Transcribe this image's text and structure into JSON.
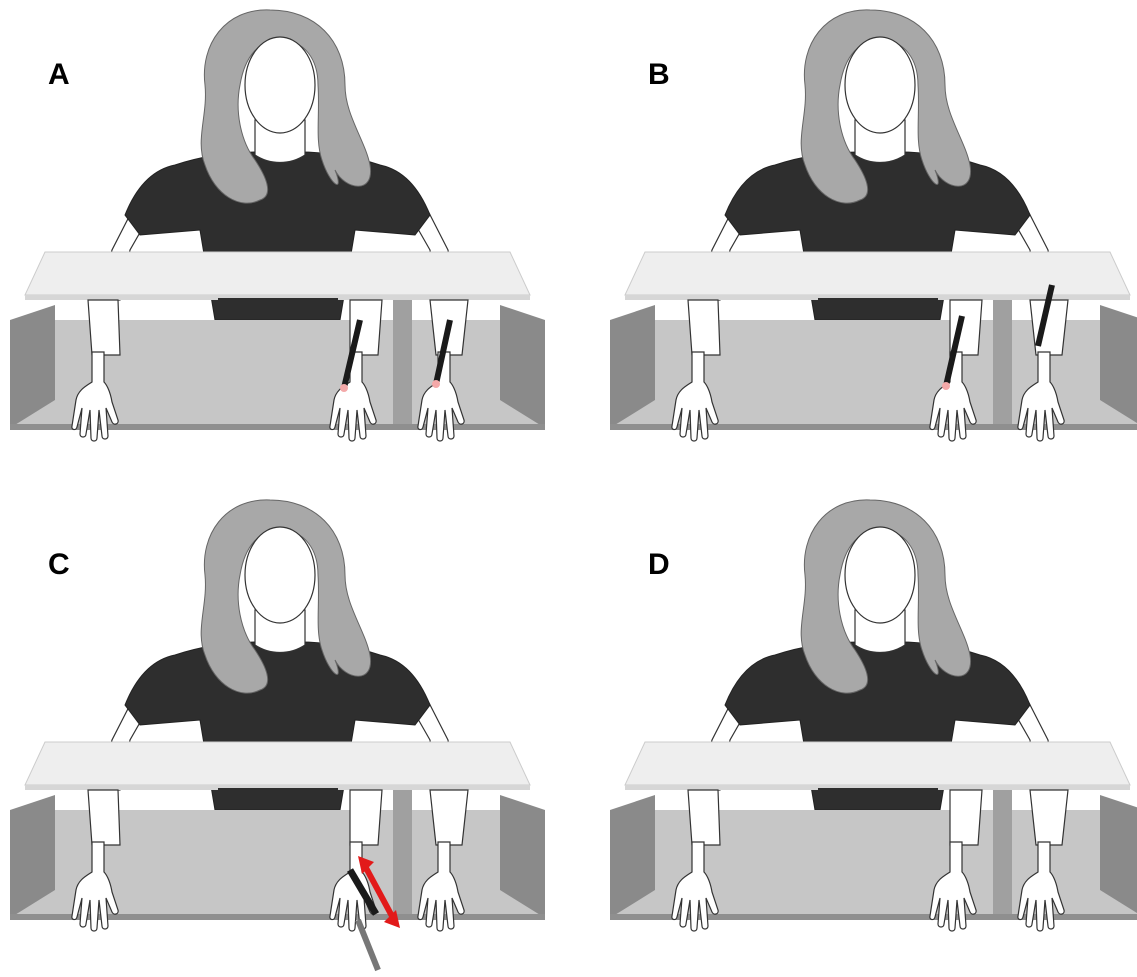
{
  "panels": [
    {
      "id": "a",
      "label": "A",
      "probe": "on-hands"
    },
    {
      "id": "b",
      "label": "B",
      "probe": "above-real-hand"
    },
    {
      "id": "c",
      "label": "C",
      "probe": "threat"
    },
    {
      "id": "d",
      "label": "D",
      "probe": "none"
    }
  ],
  "colors": {
    "hair": "#a8a8a8",
    "shirt": "#2e2e2e",
    "board": "#eeeeee",
    "box_floor": "#c6c6c6",
    "box_wall": "#8a8a8a",
    "probe": "#1a1a1a",
    "arrow": "#e21a1a",
    "touch": "#f4a9a9"
  }
}
